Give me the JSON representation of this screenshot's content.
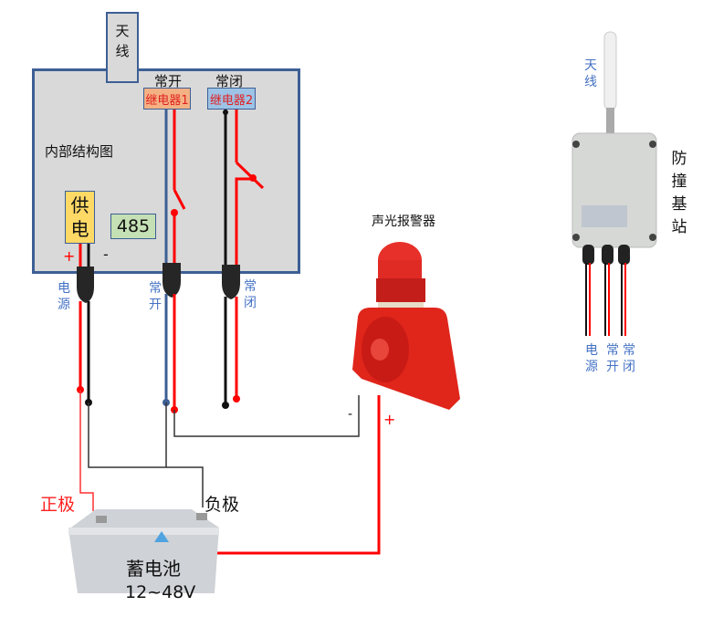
{
  "panel": {
    "antenna_label": "天线",
    "title": "内部结构图",
    "relay1": {
      "top_label": "常开",
      "label": "继电器1"
    },
    "relay2": {
      "top_label": "常闭",
      "label": "继电器2"
    },
    "power_label": "供电",
    "rs485_label": "485",
    "plus_sign": "+",
    "minus_sign": "-"
  },
  "terminals": {
    "power": "电源",
    "normally_open": "常开",
    "normally_closed": "常闭"
  },
  "alarm": {
    "title": "声光报警器",
    "minus_sign": "-",
    "plus_sign": "+"
  },
  "battery": {
    "positive_label": "正极",
    "negative_label": "负极",
    "name": "蓄电池",
    "voltage": "12~48V"
  },
  "base_station": {
    "antenna_label": "天线",
    "name": "防撞基站",
    "wire_labels": [
      "电源",
      "常开",
      "常闭"
    ]
  },
  "colors": {
    "panel_border": "#3d5f95",
    "wire_red": "#ff0000",
    "wire_black": "#1a1a1a",
    "wire_blue": "#3d5f95",
    "label_blue": "#4472c4",
    "alarm_red": "#e0251b"
  }
}
